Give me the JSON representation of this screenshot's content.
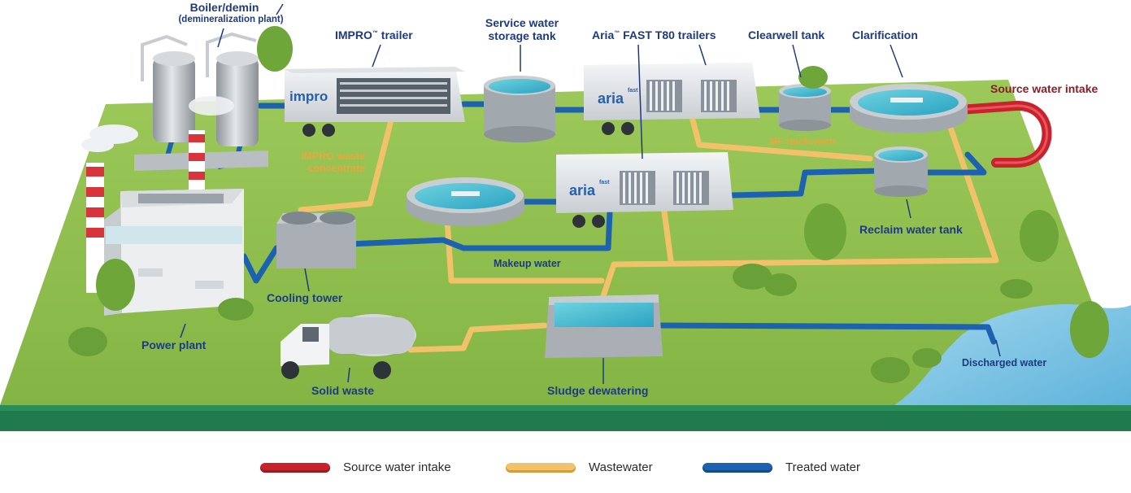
{
  "labels": {
    "boiler": "Boiler/demin",
    "boiler_sub": "(demineralization plant)",
    "impro_trailer": "IMPRO",
    "impro_trailer_tm": "™",
    "impro_trailer_rest": " trailer",
    "service_tank": "Service water\nstorage tank",
    "aria_trailers": "Aria",
    "aria_trailers_tm": "™",
    "aria_trailers_rest": " FAST T80 trailers",
    "clearwell": "Clearwell tank",
    "clarification": "Clarification",
    "source_intake": "Source water intake",
    "impro_waste": "IMPRO waste\nconcentrate",
    "mf_backwash": "MF backwash",
    "reclaim_tank": "Reclaim water tank",
    "makeup_water": "Makeup water",
    "cooling_tower": "Cooling tower",
    "power_plant": "Power plant",
    "solid_waste": "Solid waste",
    "sludge": "Sludge dewatering",
    "discharged": "Discharged water"
  },
  "logos": {
    "impro": "impro",
    "aria": "aria",
    "aria_fast": "fast"
  },
  "legend": [
    {
      "label": "Source water intake",
      "color": "#c8232c"
    },
    {
      "label": "Wastewater",
      "color": "#f2c26a"
    },
    {
      "label": "Treated water",
      "color": "#1d62b0"
    }
  ],
  "colors": {
    "grass": "#8fbf4b",
    "ground_edge": "#1f7a4d",
    "treated": "#1d62b0",
    "waste": "#f2c26a",
    "source": "#c8232c",
    "label": "#1e3a80"
  }
}
